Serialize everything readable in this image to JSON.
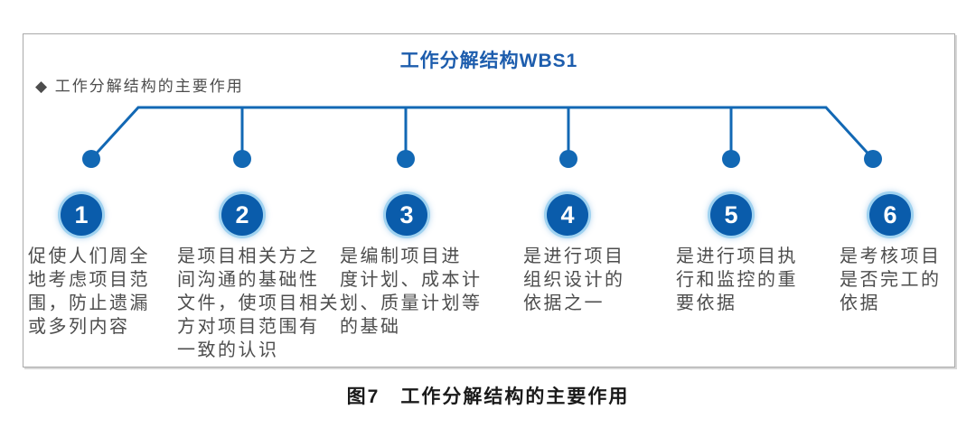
{
  "diagram": {
    "title": "工作分解结构WBS1",
    "bullet": "◆ 工作分解结构的主要作用",
    "items": [
      {
        "number": "1",
        "text": "促使人们周全\n地考虑项目范\n围，防止遗漏\n或多列内容"
      },
      {
        "number": "2",
        "text": "是项目相关方之\n间沟通的基础性\n文件，使项目相关\n方对项目范围有\n一致的认识"
      },
      {
        "number": "3",
        "text": "是编制项目进\n度计划、成本计\n划、质量计划等\n的基础"
      },
      {
        "number": "4",
        "text": "是进行项目\n组织设计的\n依据之一"
      },
      {
        "number": "5",
        "text": "是进行项目执\n行和监控的重\n要依据"
      },
      {
        "number": "6",
        "text": "是考核项目\n是否完工的\n依据"
      }
    ],
    "colors": {
      "line_blue": "#1268b4",
      "circle_blue": "#0a5cab",
      "circle_ring": "#9fd2f0",
      "title_blue": "#1d5dad",
      "text_gray": "#4d4d4d"
    }
  },
  "caption": "图7　工作分解结构的主要作用"
}
